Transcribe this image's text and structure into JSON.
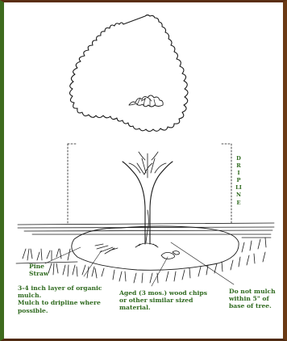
{
  "colors": {
    "frame_green": "#3e6b1e",
    "frame_brown": "#6b3a14",
    "label_green": "#2f6a1f",
    "ink": "#1a1a1a"
  },
  "labels": {
    "dripline": "DRIPLINE",
    "pine_straw": "Pine\nStraw",
    "organic_mulch": "3-4 inch layer of organic\nmulch.\nMulch to dripline where\npossible.",
    "wood_chips": "Aged (3 mos.) wood chips\nor other similar sized\nmaterial.",
    "do_not_mulch": "Do not mulch\nwithin 5\" of\nbase of tree."
  }
}
